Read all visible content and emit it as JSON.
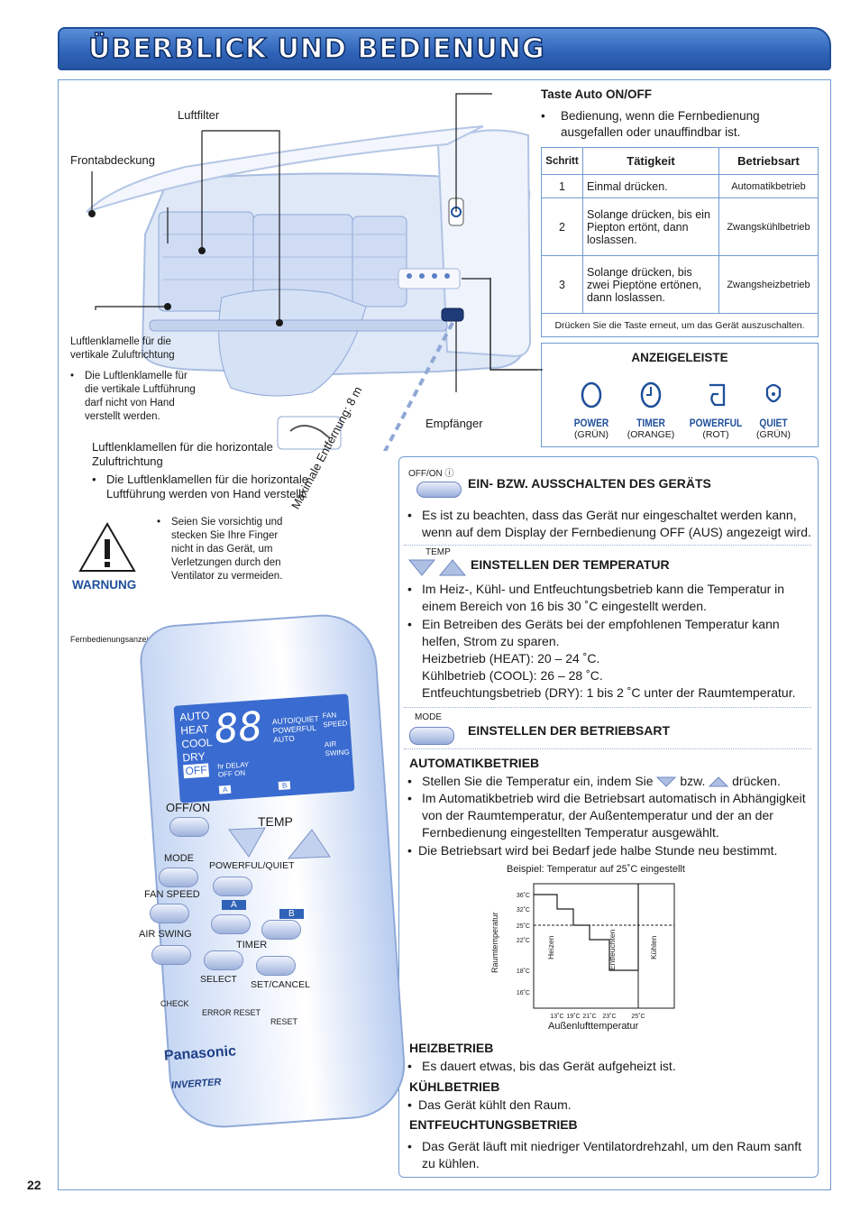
{
  "page": {
    "title": "ÜBERBLICK UND BEDIENUNG",
    "page_number": "22"
  },
  "unit": {
    "luftfilter": "Luftfilter",
    "frontabdeckung": "Frontabdeckung",
    "vertical_title": "Luftlenklamelle für die vertikale Zuluftrichtung",
    "vertical_note": "Die Luftlenklamelle für die vertikale Luftführung darf nicht von Hand verstellt werden.",
    "horizontal_title": "Luftlenklamellen für die horizontale Zuluftrichtung",
    "horizontal_note": "Die Luftlenklamellen für die horizontale Luftführung werden von Hand verstellt.",
    "warning_label": "WARNUNG",
    "warning_text": "Seien Sie vorsichtig und stecken Sie Ihre Finger nicht in das Gerät, um Verletzungen durch den Ventilator zu vermeiden.",
    "empfaenger": "Empfänger",
    "max_distance": "Maximale Entfernung: 8 m",
    "remote_display": "Fernbedienungsanzeige",
    "unit_panel_labels": [
      "POWER",
      "TIMER",
      "POWERFUL",
      "QUIET"
    ]
  },
  "auto_button": {
    "title": "Taste Auto ON/OFF",
    "note": "Bedienung, wenn die Fernbedienung ausgefallen oder unauffindbar ist.",
    "table": {
      "headers": [
        "Schritt",
        "Tätigkeit",
        "Betriebsart"
      ],
      "rows": [
        {
          "step": "1",
          "action": "Einmal drücken.",
          "mode": "Automatikbetrieb"
        },
        {
          "step": "2",
          "action": "Solange drücken, bis ein Piepton ertönt, dann loslassen.",
          "mode": "Zwangskühlbetrieb"
        },
        {
          "step": "3",
          "action": "Solange drücken, bis zwei Pieptöne ertönen, dann loslassen.",
          "mode": "Zwangsheizbetrieb"
        }
      ],
      "footer": "Drücken Sie die Taste erneut, um das Gerät auszuschalten."
    }
  },
  "anzeigeleiste": {
    "title": "ANZEIGELEISTE",
    "indicators": [
      {
        "name": "POWER",
        "color": "(GRÜN)",
        "icon": "power-icon"
      },
      {
        "name": "TIMER",
        "color": "(ORANGE)",
        "icon": "timer-icon"
      },
      {
        "name": "POWERFUL",
        "color": "(ROT)",
        "icon": "powerful-icon"
      },
      {
        "name": "QUIET",
        "color": "(GRÜN)",
        "icon": "quiet-icon"
      }
    ]
  },
  "panel": {
    "onoff_caption": "OFF/ON",
    "onoff_title": "EIN- BZW. AUSSCHALTEN DES GERÄTS",
    "onoff_bullet": "Es ist zu beachten, dass das Gerät nur eingeschaltet werden kann, wenn auf dem Display der Fernbedienung OFF (AUS) angezeigt wird.",
    "temp_caption": "TEMP",
    "temp_title": "EINSTELLEN DER TEMPERATUR",
    "temp_bullet1": "Im Heiz-, Kühl- und Entfeuchtungsbetrieb kann die Temperatur in einem Bereich von 16 bis 30 ˚C eingestellt werden.",
    "temp_bullet2": "Ein Betreiben des Geräts bei der empfohlenen Temperatur kann helfen, Strom zu sparen.",
    "temp_heat": "Heizbetrieb (HEAT): 20 – 24 ˚C.",
    "temp_cool": "Kühlbetrieb (COOL): 26 – 28 ˚C.",
    "temp_dry": "Entfeuchtungsbetrieb (DRY): 1 bis 2 ˚C unter der Raumtemperatur.",
    "mode_caption": "MODE",
    "mode_title": "EINSTELLEN DER BETRIEBSART",
    "auto_title": "AUTOMATIKBETRIEB",
    "auto_b1_pre": "Stellen Sie die Temperatur ein, indem Sie",
    "auto_b1_mid": "bzw.",
    "auto_b1_post": "drücken.",
    "auto_b2": "Im Automatikbetrieb wird die Betriebsart automatisch in Abhängigkeit von der Raumtemperatur, der Außentemperatur und der an der Fernbedienung eingestellten Temperatur ausgewählt.",
    "auto_b3": "Die Betriebsart wird bei Bedarf jede halbe Stunde neu bestimmt.",
    "heat_title": "HEIZBETRIEB",
    "heat_text": "Es dauert etwas, bis das Gerät aufgeheizt ist.",
    "cool_title": "KÜHLBETRIEB",
    "cool_text": "Das Gerät kühlt den Raum.",
    "dry_title": "ENTFEUCHTUNGSBETRIEB",
    "dry_text": "Das Gerät läuft mit niedriger Ventilatordrehzahl, um den Raum sanft zu kühlen."
  },
  "chart_data": {
    "type": "step",
    "title": "Beispiel: Temperatur auf 25˚C eingestellt",
    "xlabel": "Außenlufttemperatur",
    "ylabel": "Raumtemperatur",
    "x_ticks": [
      "13˚C",
      "19˚C",
      "21˚C",
      "23˚C",
      "25˚C"
    ],
    "y_ticks": [
      "36˚C",
      "32˚C",
      "25˚C",
      "22˚C",
      "18˚C",
      "16˚C"
    ],
    "regions": [
      "Heizen",
      "Entfeuchten",
      "Kühlen"
    ]
  },
  "remote": {
    "lcd_modes": [
      "AUTO",
      "HEAT",
      "COOL",
      "DRY"
    ],
    "lcd_off": "OFF",
    "lcd_digits": "88",
    "lcd_center": [
      "AUTO/QUIET",
      "POWERFUL",
      "AUTO"
    ],
    "lcd_right": [
      "FAN SPEED",
      "AIR SWING"
    ],
    "lcd_timer_labels": [
      "hr",
      "DELAY",
      "OFF",
      "ON"
    ],
    "lcd_a": "A",
    "lcd_b": "B",
    "btn_offon": "OFF/ON",
    "btn_temp": "TEMP",
    "btn_mode": "MODE",
    "btn_powerful": "POWERFUL/QUIET",
    "btn_fanspeed": "FAN SPEED",
    "btn_airswing": "AIR SWING",
    "btn_timer": "TIMER",
    "btn_select": "SELECT",
    "btn_setcancel": "SET/CANCEL",
    "btn_check": "CHECK",
    "btn_error_reset": "ERROR RESET",
    "btn_reset": "RESET",
    "brand": "Panasonic",
    "sub_brand": "INVERTER"
  }
}
